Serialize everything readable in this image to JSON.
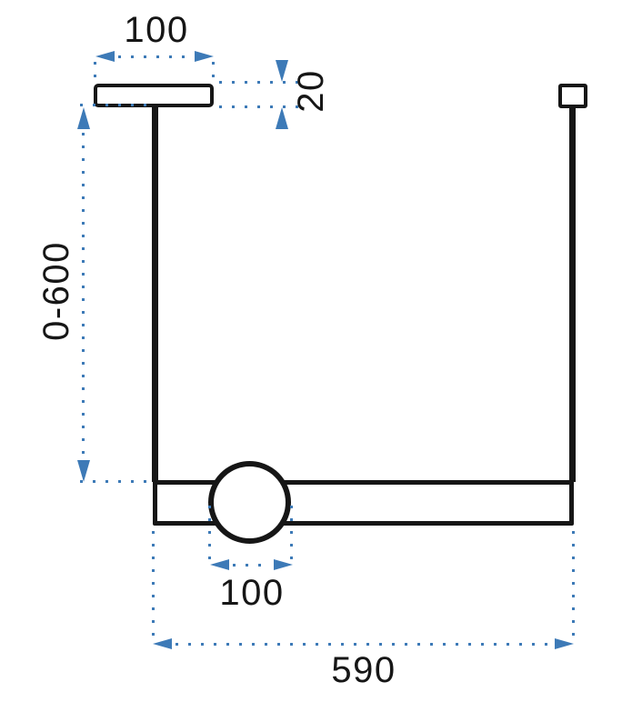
{
  "diagram": {
    "type": "technical-dimension-drawing",
    "background": "#ffffff",
    "line_color": "#161616",
    "dimension_color": "#3d7ab7",
    "dimensions": {
      "canopy_width": "100",
      "canopy_height": "20",
      "suspension_height": "0-600",
      "sphere_diameter": "100",
      "bar_length": "590"
    }
  }
}
